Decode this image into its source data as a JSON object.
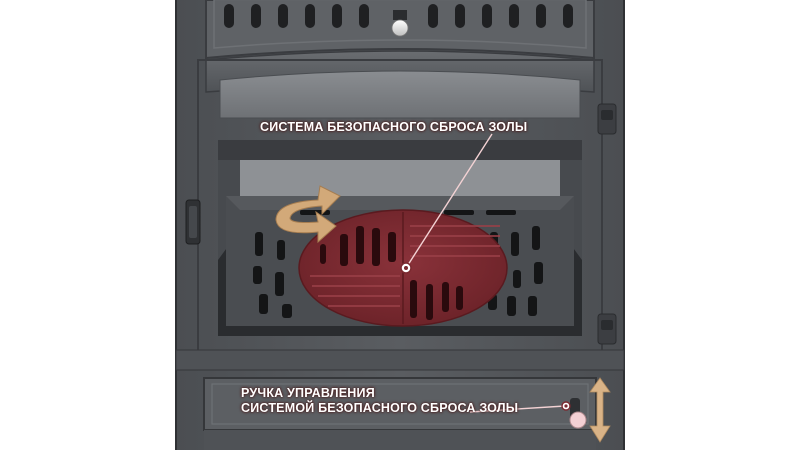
{
  "callouts": {
    "ash_system_label": "СИСТЕМА БЕЗОПАСНОГО СБРОСА ЗОЛЫ",
    "control_handle_line1": "РУЧКА УПРАВЛЕНИЯ",
    "control_handle_line2": "СИСТЕМОЙ БЕЗОПАСНОГО СБРОСА ЗОЛЫ"
  },
  "colors": {
    "stove_body": "#56595d",
    "stove_dark": "#3a3c40",
    "firebox_inner": "#4a4d51",
    "grate_highlight": "#7b2a30",
    "rotate_arrow": "#d2a979",
    "pull_arrow": "#d9b387",
    "leader_line": "#f3d2d4",
    "label_text": "#ffffff"
  },
  "icons": {
    "rotate_arrow": "rotate-arrow-icon",
    "pull_arrow": "up-down-arrow-icon"
  }
}
